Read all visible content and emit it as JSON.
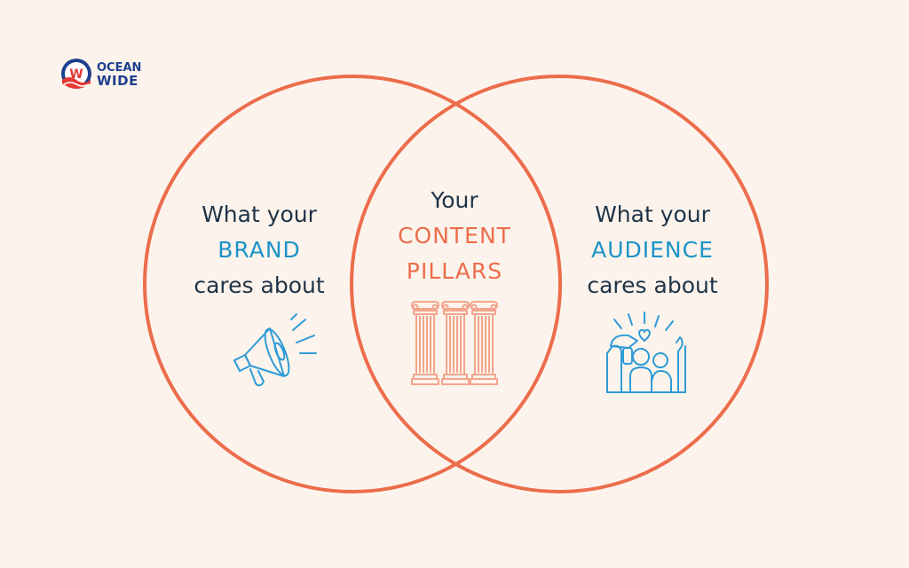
{
  "logo": {
    "line1": "OCEAN",
    "line2": "WIDE",
    "icon": "ocean-wide-logo-icon"
  },
  "left_circle": {
    "line1": "What your",
    "highlight": "BRAND",
    "line3": "cares about",
    "icon": "megaphone-icon"
  },
  "center": {
    "line1": "Your",
    "highlight1": "CONTENT",
    "highlight2": "PILLARS",
    "icon": "pillars-icon"
  },
  "right_circle": {
    "line1": "What your",
    "highlight": "AUDIENCE",
    "line3": "cares about",
    "icon": "audience-icon"
  },
  "colors": {
    "background": "#fcf4ec",
    "circle_stroke": "#ec6d4c",
    "dark_text": "#1f3347",
    "blue_text": "#1d93c7",
    "orange_text": "#ec6d4c",
    "pillar_color": "#f3a48c",
    "icon_blue": "#2e9bd6",
    "logo_blue": "#1e3f8f",
    "logo_red": "#e53935"
  }
}
